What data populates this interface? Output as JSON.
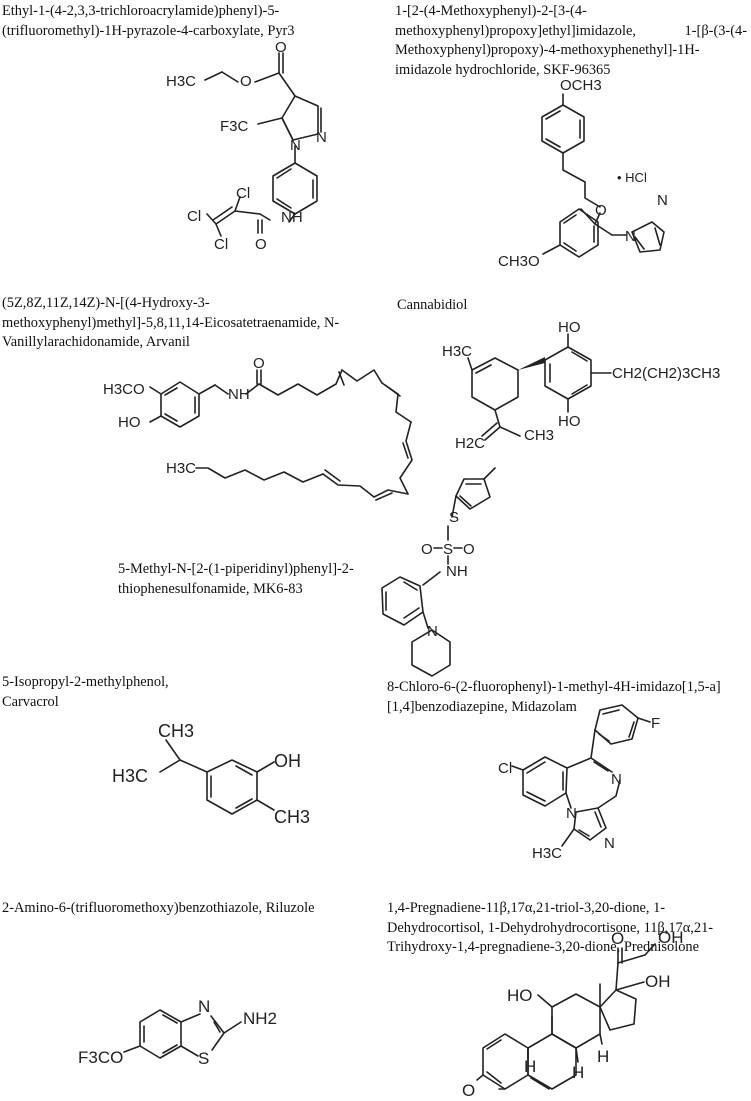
{
  "compounds": [
    {
      "name": "Ethyl-1-(4-2,3,3-trichloroacrylamide)phenyl)-5-(trifluoromethyl)-1H-pyrazole-4-carboxylate,  Pyr3",
      "atoms": {
        "h3c": "H3C",
        "o1": "O",
        "o2": "O",
        "f3c": "F3C",
        "n1": "N",
        "n2": "N",
        "nh": "NH",
        "o3": "O",
        "cl1": "Cl",
        "cl2": "Cl",
        "cl3": "Cl"
      }
    },
    {
      "name": "1-[2-(4-Methoxyphenyl)-2-[3-(4-methoxyphenyl)propoxy]ethyl]imidazole,  1-[β-(3-(4-Methoxyphenyl)propoxy)-4-methoxyphenethyl]-1H-imidazole hydrochloride,  SKF-96365",
      "atoms": {
        "och3": "OCH3",
        "hcl": "• HCl",
        "o": "O",
        "n1": "N",
        "n2": "N",
        "ch3o": "CH3O"
      }
    },
    {
      "name": "(5Z,8Z,11Z,14Z)-N-[(4-Hydroxy-3-methoxyphenyl)methyl]-5,8,11,14-Eicosatetraenamide,  N-Vanillylarachidonamide,  Arvanil",
      "atoms": {
        "h3co": "H3CO",
        "ho": "HO",
        "nh": "NH",
        "o": "O",
        "h3c": "H3C"
      }
    },
    {
      "name": "Cannabidiol",
      "atoms": {
        "h3c": "H3C",
        "ho1": "HO",
        "ho2": "HO",
        "chain": "CH2(CH2)3CH3",
        "h2c": "H2C",
        "ch3": "CH3"
      }
    },
    {
      "name": "5-Methyl-N-[2-(1-piperidinyl)phenyl]-2-thiophenesulfonamide,  MK6-83",
      "atoms": {
        "s1": "S",
        "s2": "S",
        "o1": "O",
        "o2": "O",
        "nh": "NH",
        "n": "N"
      }
    },
    {
      "name": "5-Isopropyl-2-methylphenol,  Carvacrol",
      "atoms": {
        "ch3top": "CH3",
        "h3c": "H3C",
        "oh": "OH",
        "ch3": "CH3"
      }
    },
    {
      "name": "8-Chloro-6-(2-fluorophenyl)-1-methyl-4H-imidazo[1,5-a][1,4]benzodiazepine,  Midazolam",
      "atoms": {
        "f": "F",
        "cl": "Cl",
        "n1": "N",
        "n2": "N",
        "n3": "N",
        "h3c": "H3C"
      }
    },
    {
      "name": "2-Amino-6-(trifluoromethoxy)benzothiazole,  Riluzole",
      "atoms": {
        "n": "N",
        "nh2": "NH2",
        "s": "S",
        "f3co": "F3CO"
      }
    },
    {
      "name": "1,4-Pregnadiene-11β,17α,21-triol-3,20-dione,  1-Dehydrocortisol,  1-Dehydrohydrocortisone,  11β,17α,21-Trihydroxy-1,4-pregnadiene-3,20-dione,  Prednisolone",
      "atoms": {
        "o20": "O",
        "oh21": "OH",
        "ho11": "HO",
        "oh17": "OH",
        "h8": "H",
        "h9": "H",
        "h14": "H",
        "o3": "O"
      }
    }
  ]
}
